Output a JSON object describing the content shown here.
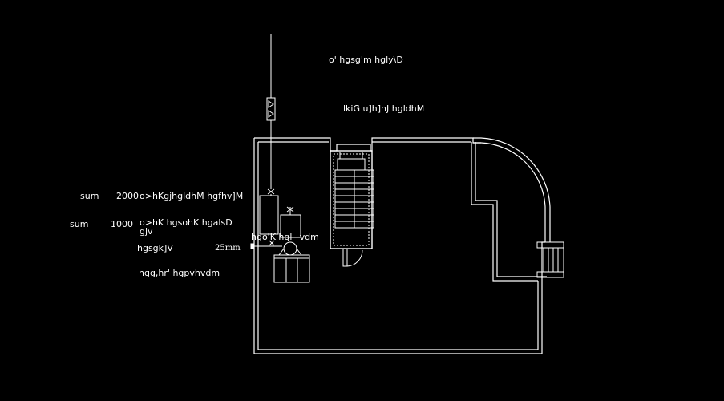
{
  "drawing": {
    "background": "#000000",
    "line_color": "#ffffff",
    "accent_color": "#e0e0e0",
    "labels": {
      "top_title": "o' hgsg'm hgly\\D",
      "riser_label": "lkiG u]h]hJ hgldhM",
      "tank_large_label": "sum",
      "tank_large_value": "2000",
      "tank_large_desc": "o>hKgjhgldhM hgfhv]M",
      "tank_small_label": "sum",
      "tank_small_value": "1000",
      "tank_small_desc": "o>hK hgsohK hgalsD",
      "tank_small_extra": "gjv",
      "pump_label": "hgsgk]V",
      "pipe_size": "25mm",
      "pipe_label": "hgg,hr' hgpvhvdm",
      "valve_label": "hgo'K hgl~vdm"
    }
  }
}
